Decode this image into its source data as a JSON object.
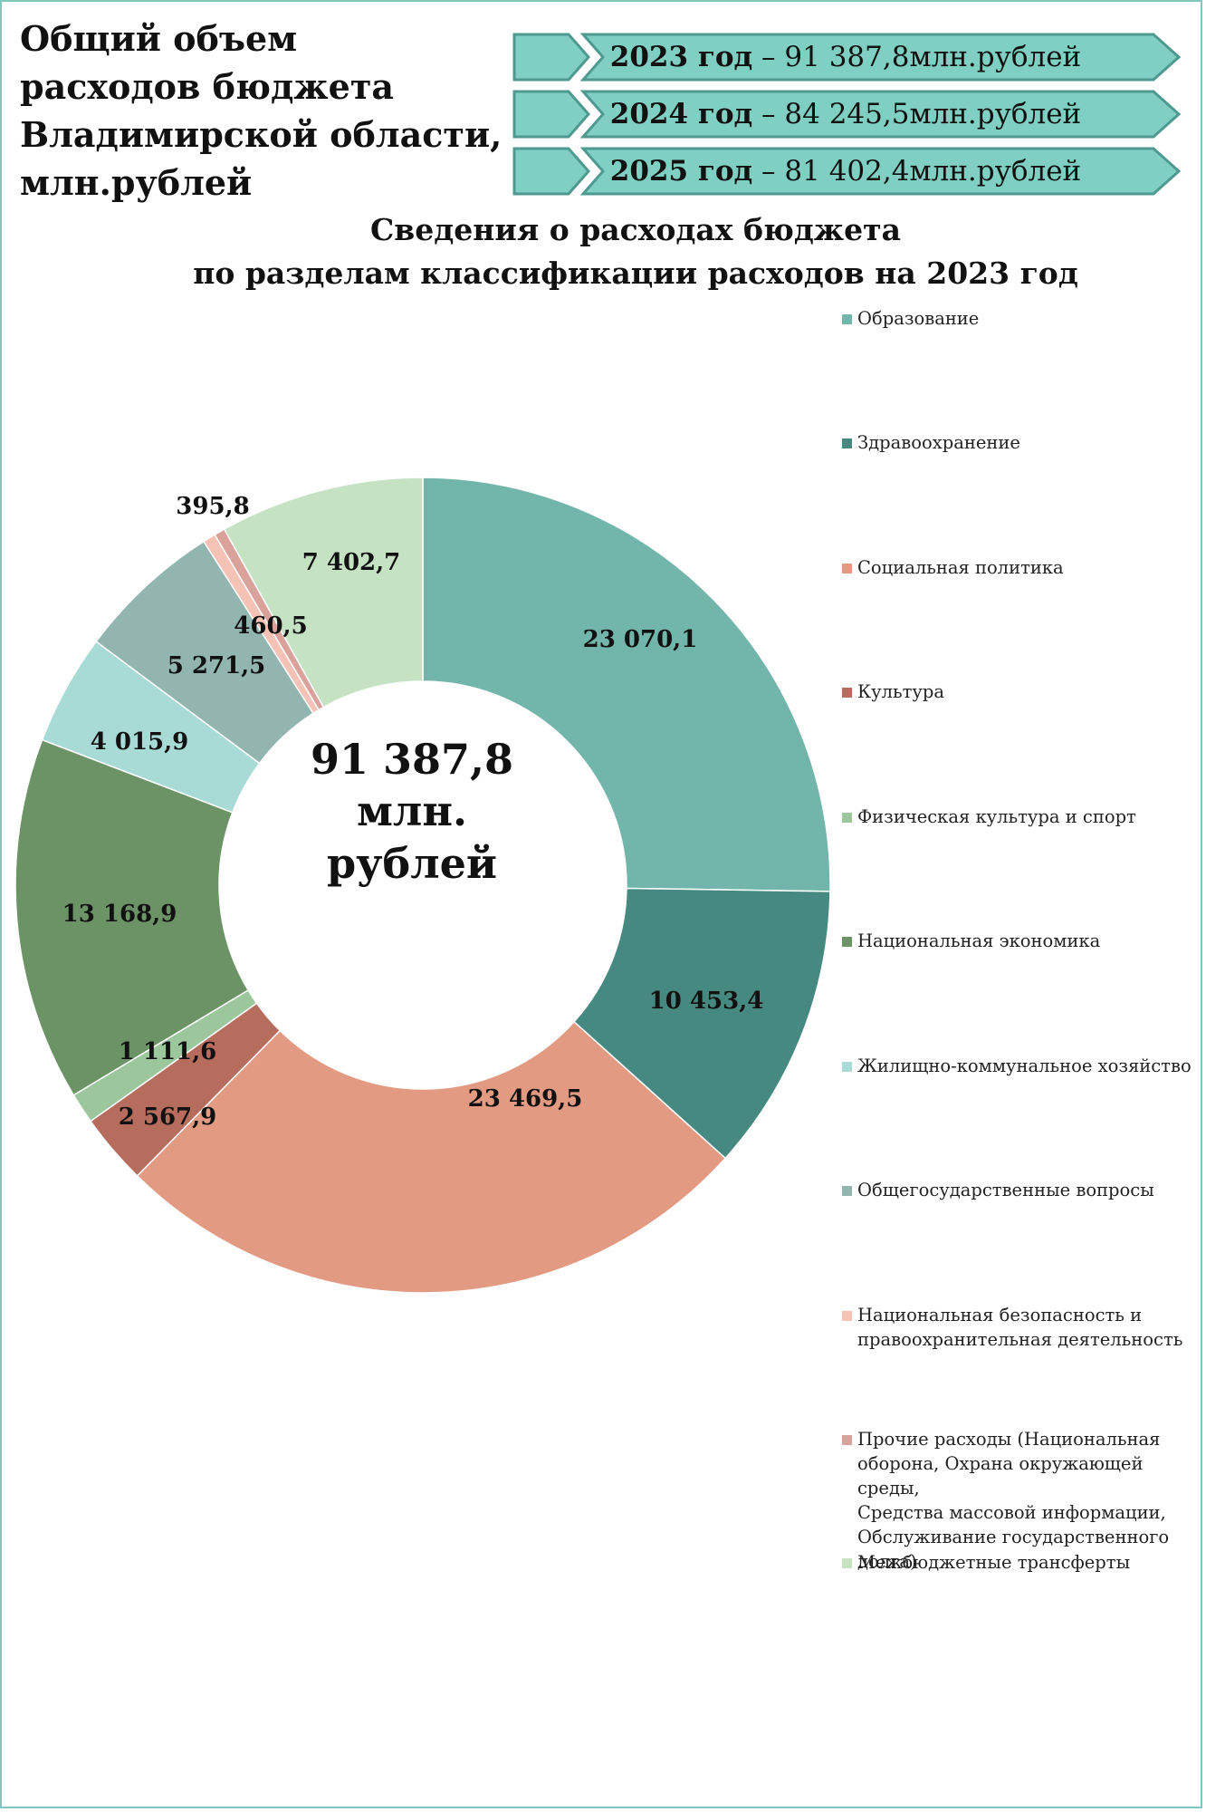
{
  "header": {
    "title": "Общий объем\nрасходов бюджета\nВладимирской области,\nмлн.рублей",
    "years": [
      {
        "year": "2023 год",
        "sep": " – ",
        "amount": "91 387,8млн.рублей"
      },
      {
        "year": "2024 год",
        "sep": " – ",
        "amount": "84 245,5млн.рублей"
      },
      {
        "year": "2025 год",
        "sep": " – ",
        "amount": "81 402,4млн.рублей"
      }
    ],
    "ribbon_color": "#7fcfc3",
    "ribbon_border": "#4e9a90"
  },
  "chart_title": "Сведения о расходах бюджета\nпо разделам классификации расходов на 2023 год",
  "center": {
    "line1": "91 387,8",
    "line2": "млн.",
    "line3": "рублей"
  },
  "chart_data": {
    "type": "pie",
    "subtype": "donut",
    "title": "Сведения о расходах бюджета по разделам классификации расходов на 2023 год",
    "total": 91387.8,
    "total_label": "91 387,8 млн. рублей",
    "start": "12 o'clock",
    "direction": "clockwise",
    "legend_position": "right",
    "slices": [
      {
        "name": "Образование",
        "value": 23070.1,
        "label": "23 070,1",
        "color": "#72b5ab"
      },
      {
        "name": "Здравоохранение",
        "value": 10453.4,
        "label": "10 453,4",
        "color": "#468980"
      },
      {
        "name": "Социальная политика",
        "value": 23469.5,
        "label": "23 469,5",
        "color": "#e29a82"
      },
      {
        "name": "Культура",
        "value": 2567.9,
        "label": "2 567,9",
        "color": "#b76d5d"
      },
      {
        "name": "Физическая культура и спорт",
        "value": 1111.6,
        "label": "1 111,6",
        "color": "#9cc79c"
      },
      {
        "name": "Национальная экономика",
        "value": 13168.9,
        "label": "13 168,9",
        "color": "#6b9366"
      },
      {
        "name": "Жилищно-коммунальное хозяйство",
        "value": 4015.9,
        "label": "4 015,9",
        "color": "#a8dbd6"
      },
      {
        "name": "Общегосударственные вопросы",
        "value": 5271.5,
        "label": "5 271,5",
        "color": "#93b5b0"
      },
      {
        "name": "Национальная безопасность и правоохранительная деятельность",
        "value": 460.5,
        "label": "460,5",
        "color": "#f5c2b6"
      },
      {
        "name": "Прочие расходы (Национальная оборона, Охрана окружающей среды, Средства массовой информации, Обслуживание государственного долга)",
        "value": 395.8,
        "label": "395,8",
        "color": "#d9a39b"
      },
      {
        "name": "Межбюджетные трансферты",
        "value": 7402.7,
        "label": "7 402,7",
        "color": "#c5e3c3"
      }
    ]
  },
  "legend": [
    {
      "label": "Образование"
    },
    {
      "label": "Здравоохранение"
    },
    {
      "label": "Социальная политика"
    },
    {
      "label": "Культура"
    },
    {
      "label": "Физическая культура и спорт"
    },
    {
      "label": "Национальная экономика"
    },
    {
      "label": "Жилищно-коммунальное хозяйство"
    },
    {
      "label": "Общегосударственные вопросы"
    },
    {
      "label": "Национальная безопасность и\nправоохранительная деятельность"
    },
    {
      "label": "Прочие расходы (Национальная\nоборона, Охрана окружающей среды,\nСредства массовой информации,\nОбслуживание государственного\nдолга)"
    },
    {
      "label": "Межбюджетные трансферты"
    }
  ]
}
